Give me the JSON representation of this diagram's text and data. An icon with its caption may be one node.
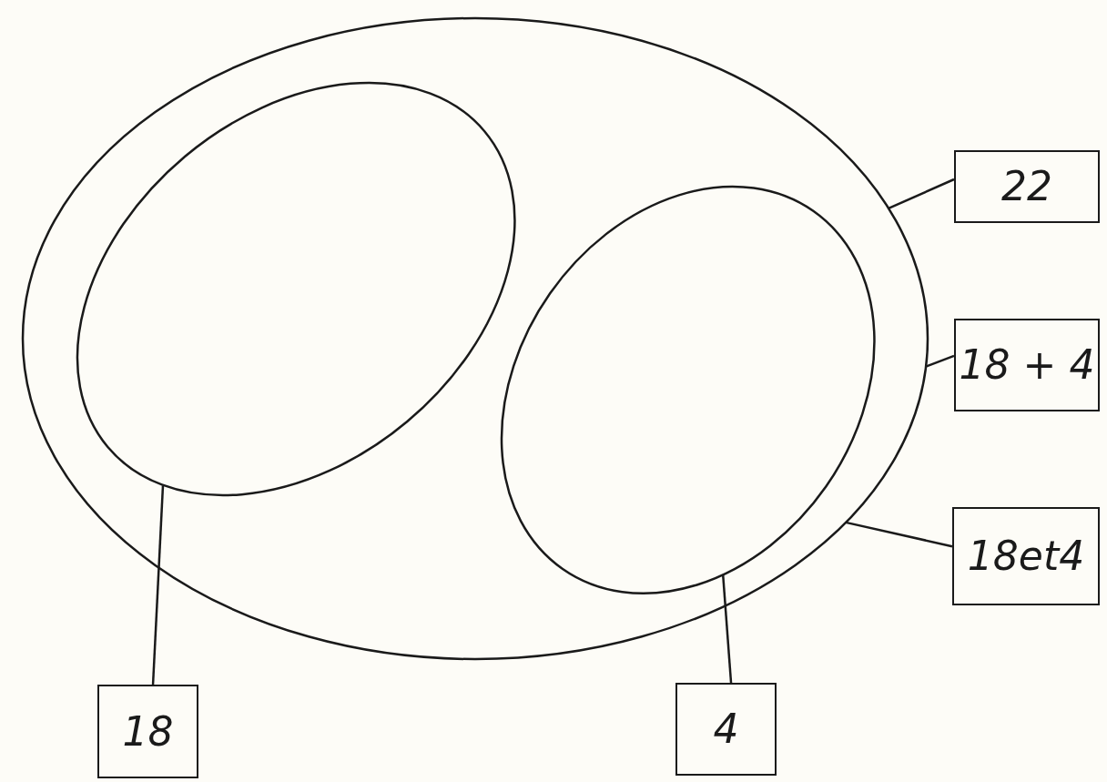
{
  "diagram": {
    "nodes": [
      {
        "text": [],
        "shape": "ellipse"
      },
      {
        "text": [],
        "shape": "ellipse",
        "in": 0
      },
      {
        "text": [],
        "shape": "ellipse",
        "in": 0
      },
      {
        "text": [
          "22"
        ]
      },
      {
        "text": [
          "18 + 4"
        ]
      },
      {
        "text": [
          "18et4"
        ]
      },
      {
        "text": [
          "18"
        ]
      },
      {
        "text": [
          "4"
        ]
      }
    ],
    "edges": [
      {
        "from": 3,
        "to": 0,
        "arrow": "none"
      },
      {
        "from": 4,
        "to": 0,
        "arrow": "none"
      },
      {
        "from": 5,
        "to": 0,
        "arrow": "none"
      },
      {
        "from": 6,
        "to": 1,
        "arrow": "none"
      },
      {
        "from": 7,
        "to": 2,
        "arrow": "none"
      }
    ]
  }
}
